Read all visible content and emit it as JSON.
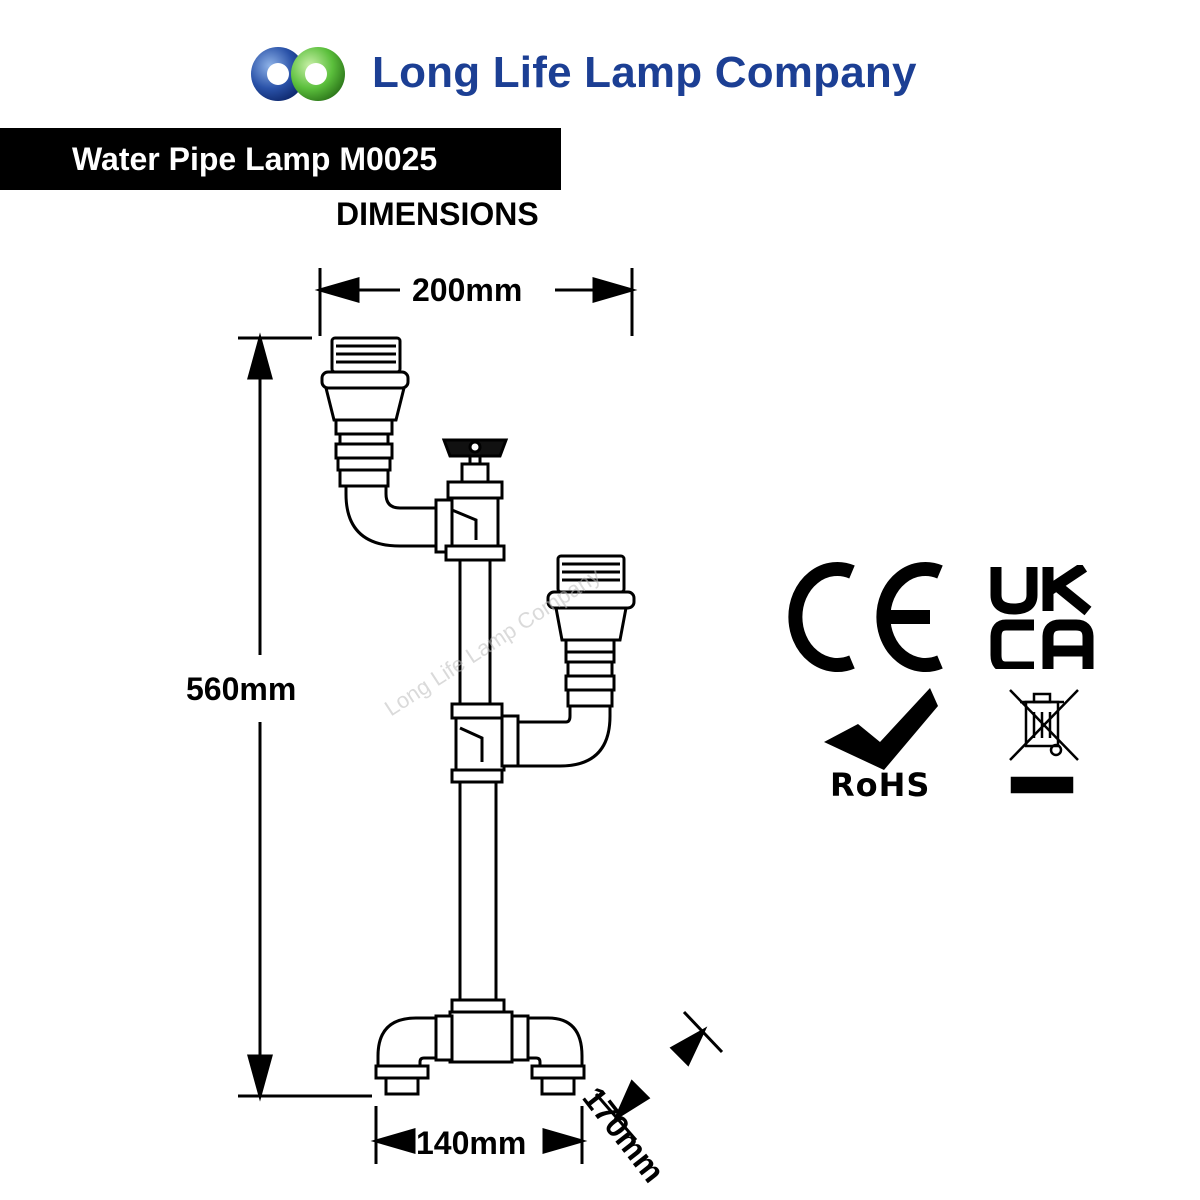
{
  "header": {
    "brand": "Long Life Lamp Company",
    "product_title": "Water Pipe Lamp M0025",
    "section_label": "DIMENSIONS"
  },
  "dimensions": {
    "width_top": "200mm",
    "height": "560mm",
    "base_width": "140mm",
    "base_depth": "170mm"
  },
  "watermark": "Long Life Lamp Company",
  "certifications": {
    "rohs_label": "RoHS"
  },
  "colors": {
    "brand_blue": "#1c3f94",
    "logo_green": "#5bbf3c",
    "title_bar": "#000000"
  },
  "icons": [
    "logo-icon",
    "ce-mark-icon",
    "ukca-mark-icon",
    "rohs-check-icon",
    "weee-bin-icon"
  ]
}
